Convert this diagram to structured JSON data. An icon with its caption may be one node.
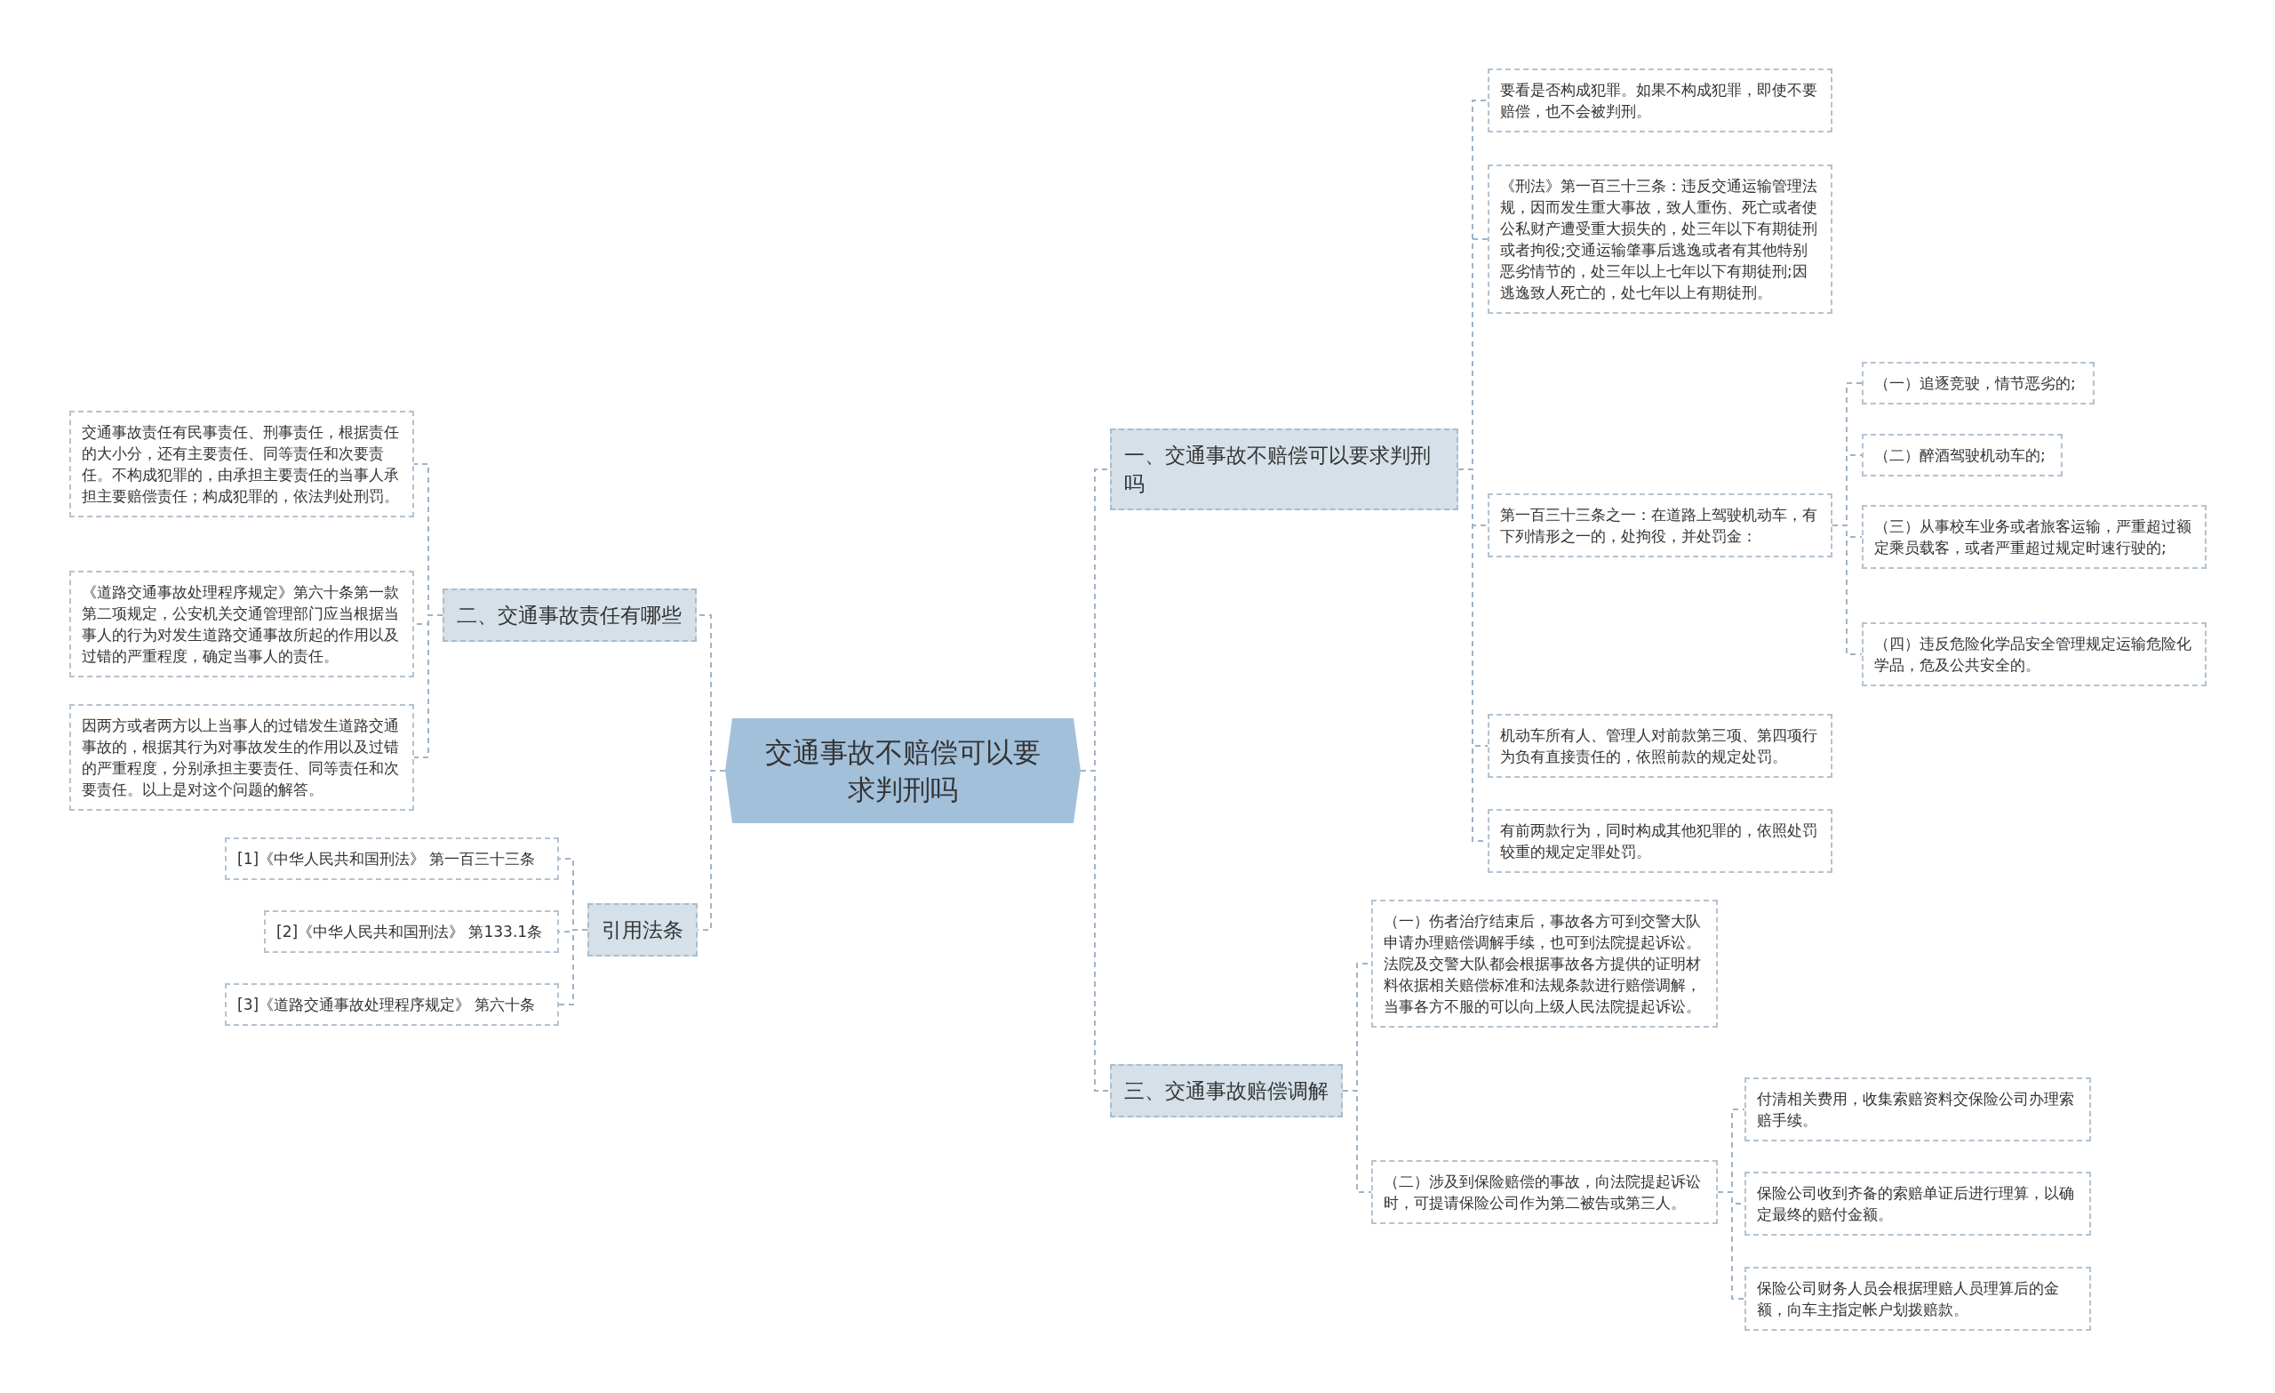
{
  "diagram": {
    "nodes": [
      {
        "text": [
          "交通事故不赔偿可以要求判刑吗"
        ]
      },
      {
        "text": [
          "一、交通事故不赔偿可以要求判刑吗"
        ]
      },
      {
        "text": [
          "要看是否构成犯罪。如果不构成犯罪，即使不要赔偿，也不会被判刑。"
        ]
      },
      {
        "text": [
          "《刑法》第一百三十三条：违反交通运输管理法规，因而发生重大事故，致人重伤、死亡或者使公私财产遭受重大损失的，处三年以下有期徒刑或者拘役;交通运输肇事后逃逸或者有其他特别恶劣情节的，处三年以上七年以下有期徒刑;因逃逸致人死亡的，处七年以上有期徒刑。"
        ]
      },
      {
        "text": [
          "第一百三十三条之一：在道路上驾驶机动车，有下列情形之一的，处拘役，并处罚金："
        ]
      },
      {
        "text": [
          "（一）追逐竞驶，情节恶劣的;"
        ]
      },
      {
        "text": [
          "（二）醉酒驾驶机动车的;"
        ]
      },
      {
        "text": [
          "（三）从事校车业务或者旅客运输，严重超过额定乘员载客，或者严重超过规定时速行驶的;"
        ]
      },
      {
        "text": [
          "（四）违反危险化学品安全管理规定运输危险化学品，危及公共安全的。"
        ]
      },
      {
        "text": [
          "机动车所有人、管理人对前款第三项、第四项行为负有直接责任的，依照前款的规定处罚。"
        ]
      },
      {
        "text": [
          "有前两款行为，同时构成其他犯罪的，依照处罚较重的规定定罪处罚。"
        ]
      },
      {
        "text": [
          "三、交通事故赔偿调解"
        ]
      },
      {
        "text": [
          "（一）伤者治疗结束后，事故各方可到交警大队申请办理赔偿调解手续，也可到法院提起诉讼。法院及交警大队都会根据事故各方提供的证明材料依据相关赔偿标准和法规条款进行赔偿调解，当事各方不服的可以向上级人民法院提起诉讼。"
        ]
      },
      {
        "text": [
          "（二）涉及到保险赔偿的事故，向法院提起诉讼时，可提请保险公司作为第二被告或第三人。"
        ]
      },
      {
        "text": [
          "付清相关费用，收集索赔资料交保险公司办理索赔手续。"
        ]
      },
      {
        "text": [
          "保险公司收到齐备的索赔单证后进行理算，以确定最终的赔付金额。"
        ]
      },
      {
        "text": [
          "保险公司财务人员会根据理赔人员理算后的金额，向车主指定帐户划拨赔款。"
        ]
      },
      {
        "text": [
          "二、交通事故责任有哪些"
        ]
      },
      {
        "text": [
          "交通事故责任有民事责任、刑事责任，根据责任的大小分，还有主要责任、同等责任和次要责任。不构成犯罪的，由承担主要责任的当事人承担主要赔偿责任；构成犯罪的，依法判处刑罚。"
        ]
      },
      {
        "text": [
          "《道路交通事故处理程序规定》第六十条第一款第二项规定，公安机关交通管理部门应当根据当事人的行为对发生道路交通事故所起的作用以及过错的严重程度，确定当事人的责任。"
        ]
      },
      {
        "text": [
          "因两方或者两方以上当事人的过错发生道路交通事故的，根据其行为对事故发生的作用以及过错的严重程度，分别承担主要责任、同等责任和次要责任。以上是对这个问题的解答。"
        ]
      },
      {
        "text": [
          "引用法条"
        ]
      },
      {
        "text": [
          "[1]《中华人民共和国刑法》 第一百三十三条"
        ]
      },
      {
        "text": [
          "[2]《中华人民共和国刑法》 第133.1条"
        ]
      },
      {
        "text": [
          "[3]《道路交通事故处理程序规定》 第六十条"
        ]
      }
    ],
    "edges": [
      {
        "from": 0,
        "to": 1,
        "arrow": "none",
        "style": "dashed"
      },
      {
        "from": 0,
        "to": 11,
        "arrow": "none",
        "style": "dashed"
      },
      {
        "from": 0,
        "to": 17,
        "arrow": "none",
        "style": "dashed"
      },
      {
        "from": 0,
        "to": 21,
        "arrow": "none",
        "style": "dashed"
      },
      {
        "from": 1,
        "to": 2,
        "arrow": "none",
        "style": "dashed"
      },
      {
        "from": 1,
        "to": 3,
        "arrow": "none",
        "style": "dashed"
      },
      {
        "from": 1,
        "to": 4,
        "arrow": "none",
        "style": "dashed"
      },
      {
        "from": 1,
        "to": 9,
        "arrow": "none",
        "style": "dashed"
      },
      {
        "from": 1,
        "to": 10,
        "arrow": "none",
        "style": "dashed"
      },
      {
        "from": 4,
        "to": 5,
        "arrow": "none",
        "style": "dashed"
      },
      {
        "from": 4,
        "to": 6,
        "arrow": "none",
        "style": "dashed"
      },
      {
        "from": 4,
        "to": 7,
        "arrow": "none",
        "style": "dashed"
      },
      {
        "from": 4,
        "to": 8,
        "arrow": "none",
        "style": "dashed"
      },
      {
        "from": 11,
        "to": 12,
        "arrow": "none",
        "style": "dashed"
      },
      {
        "from": 11,
        "to": 13,
        "arrow": "none",
        "style": "dashed"
      },
      {
        "from": 13,
        "to": 14,
        "arrow": "none",
        "style": "dashed"
      },
      {
        "from": 13,
        "to": 15,
        "arrow": "none",
        "style": "dashed"
      },
      {
        "from": 13,
        "to": 16,
        "arrow": "none",
        "style": "dashed"
      },
      {
        "from": 17,
        "to": 18,
        "arrow": "none",
        "style": "dashed"
      },
      {
        "from": 17,
        "to": 19,
        "arrow": "none",
        "style": "dashed"
      },
      {
        "from": 17,
        "to": 20,
        "arrow": "none",
        "style": "dashed"
      },
      {
        "from": 21,
        "to": 22,
        "arrow": "none",
        "style": "dashed"
      },
      {
        "from": 21,
        "to": 23,
        "arrow": "none",
        "style": "dashed"
      },
      {
        "from": 21,
        "to": 24,
        "arrow": "none",
        "style": "dashed"
      }
    ]
  }
}
